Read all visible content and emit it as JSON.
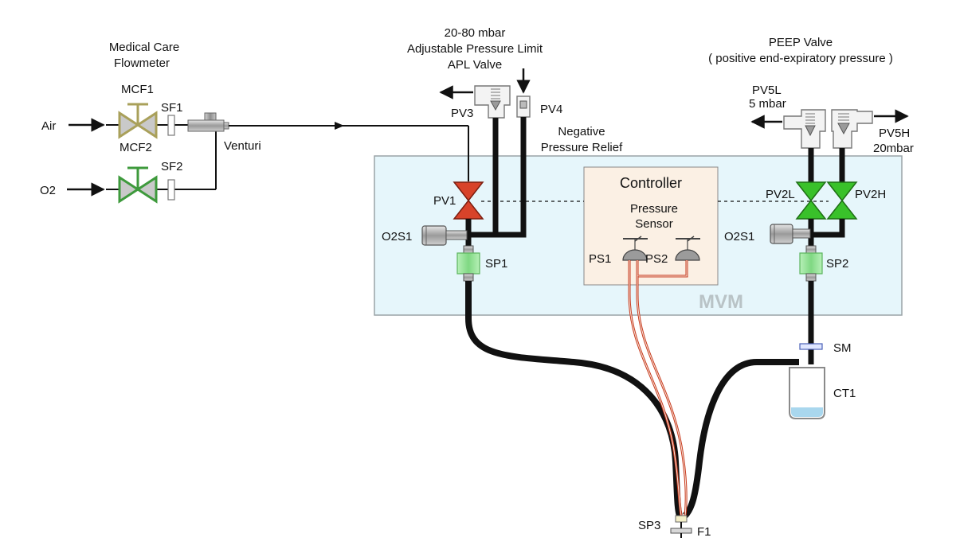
{
  "labels": {
    "flowmeter_title_1": "Medical Care",
    "flowmeter_title_2": "Flowmeter",
    "mcf1": "MCF1",
    "mcf2": "MCF2",
    "sf1": "SF1",
    "sf2": "SF2",
    "air": "Air",
    "o2": "O2",
    "venturi": "Venturi",
    "apl_1": "20-80 mbar",
    "apl_2": "Adjustable Pressure Limit",
    "apl_3": "APL Valve",
    "pv3": "PV3",
    "pv4": "PV4",
    "neg_1": "Negative",
    "neg_2": "Pressure Relief",
    "peep_1": "PEEP Valve",
    "peep_2": "( positive end-expiratory pressure )",
    "pv5l_1": "PV5L",
    "pv5l_2": "5 mbar",
    "pv5h_1": "PV5H",
    "pv5h_2": "20mbar",
    "pv1": "PV1",
    "o2s1_left": "O2S1",
    "sp1": "SP1",
    "controller": "Controller",
    "pressure_1": "Pressure",
    "pressure_2": "Sensor",
    "ps1": "PS1",
    "ps2": "PS2",
    "pv2l": "PV2L",
    "pv2h": "PV2H",
    "o2s1_right": "O2S1",
    "sp2": "SP2",
    "mvm": "MVM",
    "sm": "SM",
    "ct1": "CT1",
    "sp3": "SP3",
    "f1": "F1"
  },
  "colors": {
    "mvm_box_fill": "#e6f6fb",
    "controller_fill": "#fbf0e4",
    "pv1_valve": "#d8432a",
    "pv2_valve": "#39c12a",
    "mcf1_valve": "#a9a05a",
    "mcf2_valve": "#3e9a3c",
    "sense_line": "#c8391d",
    "sensor_filter": "#9fe6a0",
    "ct1_water": "#a9d7ee"
  }
}
